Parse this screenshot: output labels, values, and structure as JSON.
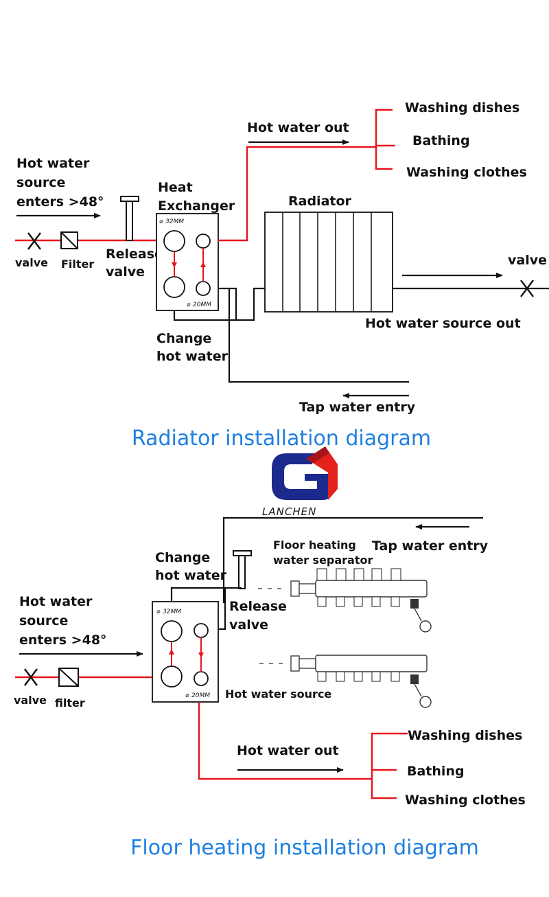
{
  "colors": {
    "pipe_hot": "#e8141b",
    "pipe_cold": "#111111",
    "title_blue": "#1e7fe0",
    "logo_navy": "#1b2a8c",
    "logo_red": "#e3231b"
  },
  "radiator": {
    "title": "Radiator installation diagram",
    "source_in": [
      "Hot water",
      "source",
      "enters >48°"
    ],
    "valve": "valve",
    "filter": "Filter",
    "release_valve": [
      "Release",
      "valve"
    ],
    "heat_exchanger": [
      "Heat",
      "Exchanger"
    ],
    "dia_32": "32MM",
    "dia_20": "20MM",
    "hot_water_out": "Hot water out",
    "uses": [
      "Washing dishes",
      "Bathing",
      "Washing clothes"
    ],
    "radiator_label": "Radiator",
    "valve_right": "valve",
    "source_out": "Hot water source out",
    "change_hot_water": [
      "Change",
      "hot water"
    ],
    "tap_water_entry": "Tap water entry"
  },
  "logo": {
    "brand": "LANCHEN"
  },
  "floor": {
    "title": "Floor heating installation diagram",
    "change_hot_water": [
      "Change",
      "hot water"
    ],
    "separator": [
      "Floor heating",
      "water separator"
    ],
    "tap_water_entry": "Tap water entry",
    "source_in": [
      "Hot water",
      "source",
      "enters >48°"
    ],
    "release_valve": [
      "Release",
      "valve"
    ],
    "valve": "valve",
    "filter": "filter",
    "hot_water_source": "Hot water source",
    "dia_32": "32MM",
    "dia_20": "20MM",
    "hot_water_out": "Hot water out",
    "uses": [
      "Washing dishes",
      "Bathing",
      "Washing clothes"
    ]
  }
}
